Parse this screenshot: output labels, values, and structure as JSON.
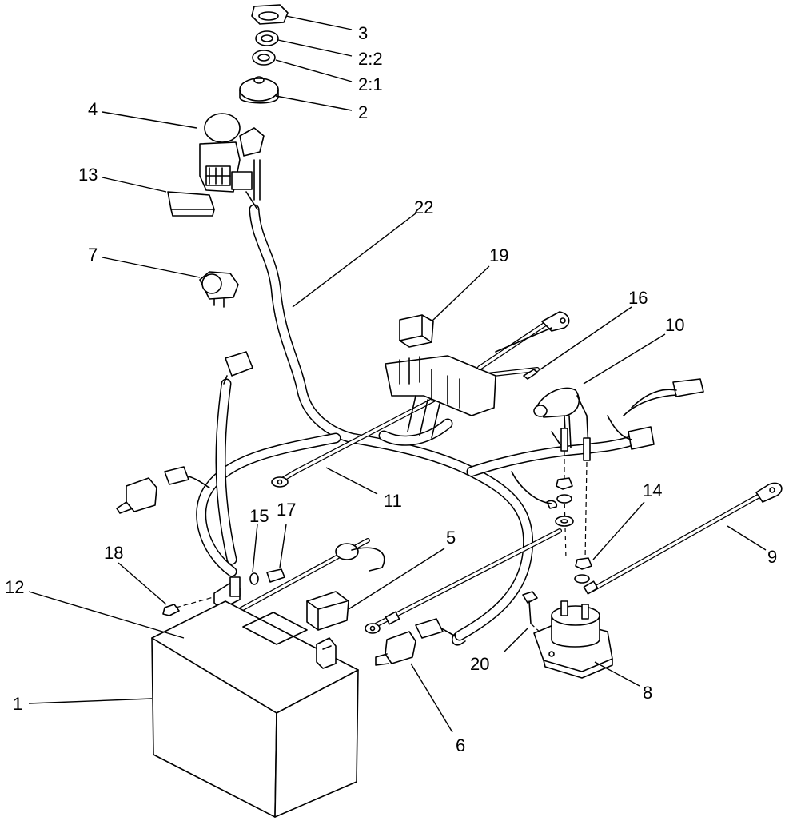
{
  "callouts": {
    "c3": "3",
    "c2_2": "2:2",
    "c2_1": "2:1",
    "c2": "2",
    "c4": "4",
    "c13": "13",
    "c22": "22",
    "c7": "7",
    "c19": "19",
    "c16": "16",
    "c10": "10",
    "c11": "11",
    "c5": "5",
    "c14": "14",
    "c9": "9",
    "c15": "15",
    "c17": "17",
    "c18": "18",
    "c12": "12",
    "c20": "20",
    "c8": "8",
    "c1": "1",
    "c6": "6"
  }
}
